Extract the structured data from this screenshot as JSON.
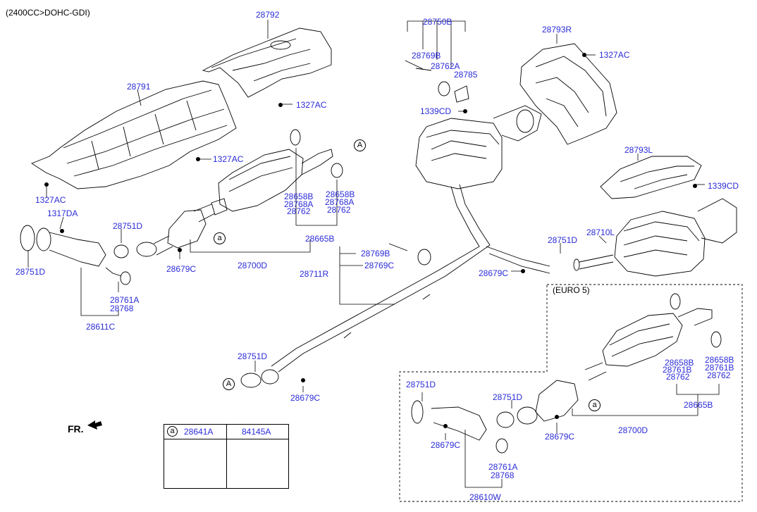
{
  "header": {
    "engine_spec": "(2400CC>DOHC-GDI)"
  },
  "euro_box": {
    "title": "(EURO 5)"
  },
  "direction": {
    "label": "FR."
  },
  "callout": {
    "letter": "A",
    "small": "a"
  },
  "legend": {
    "key": "a",
    "part1": "28641A",
    "part2": "84145A"
  },
  "parts": [
    "28792",
    "28791",
    "1327AC",
    "1327AC",
    "1327AC",
    "1317DA",
    "28751D",
    "28751D",
    "28761A",
    "28768",
    "28611C",
    "28679C",
    "28700D",
    "28658B",
    "28768A",
    "28762",
    "28658B",
    "28768A",
    "28762",
    "28665B",
    "28750B",
    "28769B",
    "28762A",
    "28785",
    "1339CD",
    "28793R",
    "1327AC",
    "28793L",
    "1339CD",
    "28769B",
    "28769C",
    "28711R",
    "28679C",
    "28751D",
    "28710L",
    "28751D",
    "28679C",
    "28658B",
    "28761B",
    "28762",
    "28658B",
    "28761B",
    "28762",
    "28665B",
    "28751D",
    "28751D",
    "28679C",
    "28679C",
    "28700D",
    "28761A",
    "28768",
    "28610W"
  ],
  "colors": {
    "label": "#2b2bd8",
    "line": "#000000"
  }
}
